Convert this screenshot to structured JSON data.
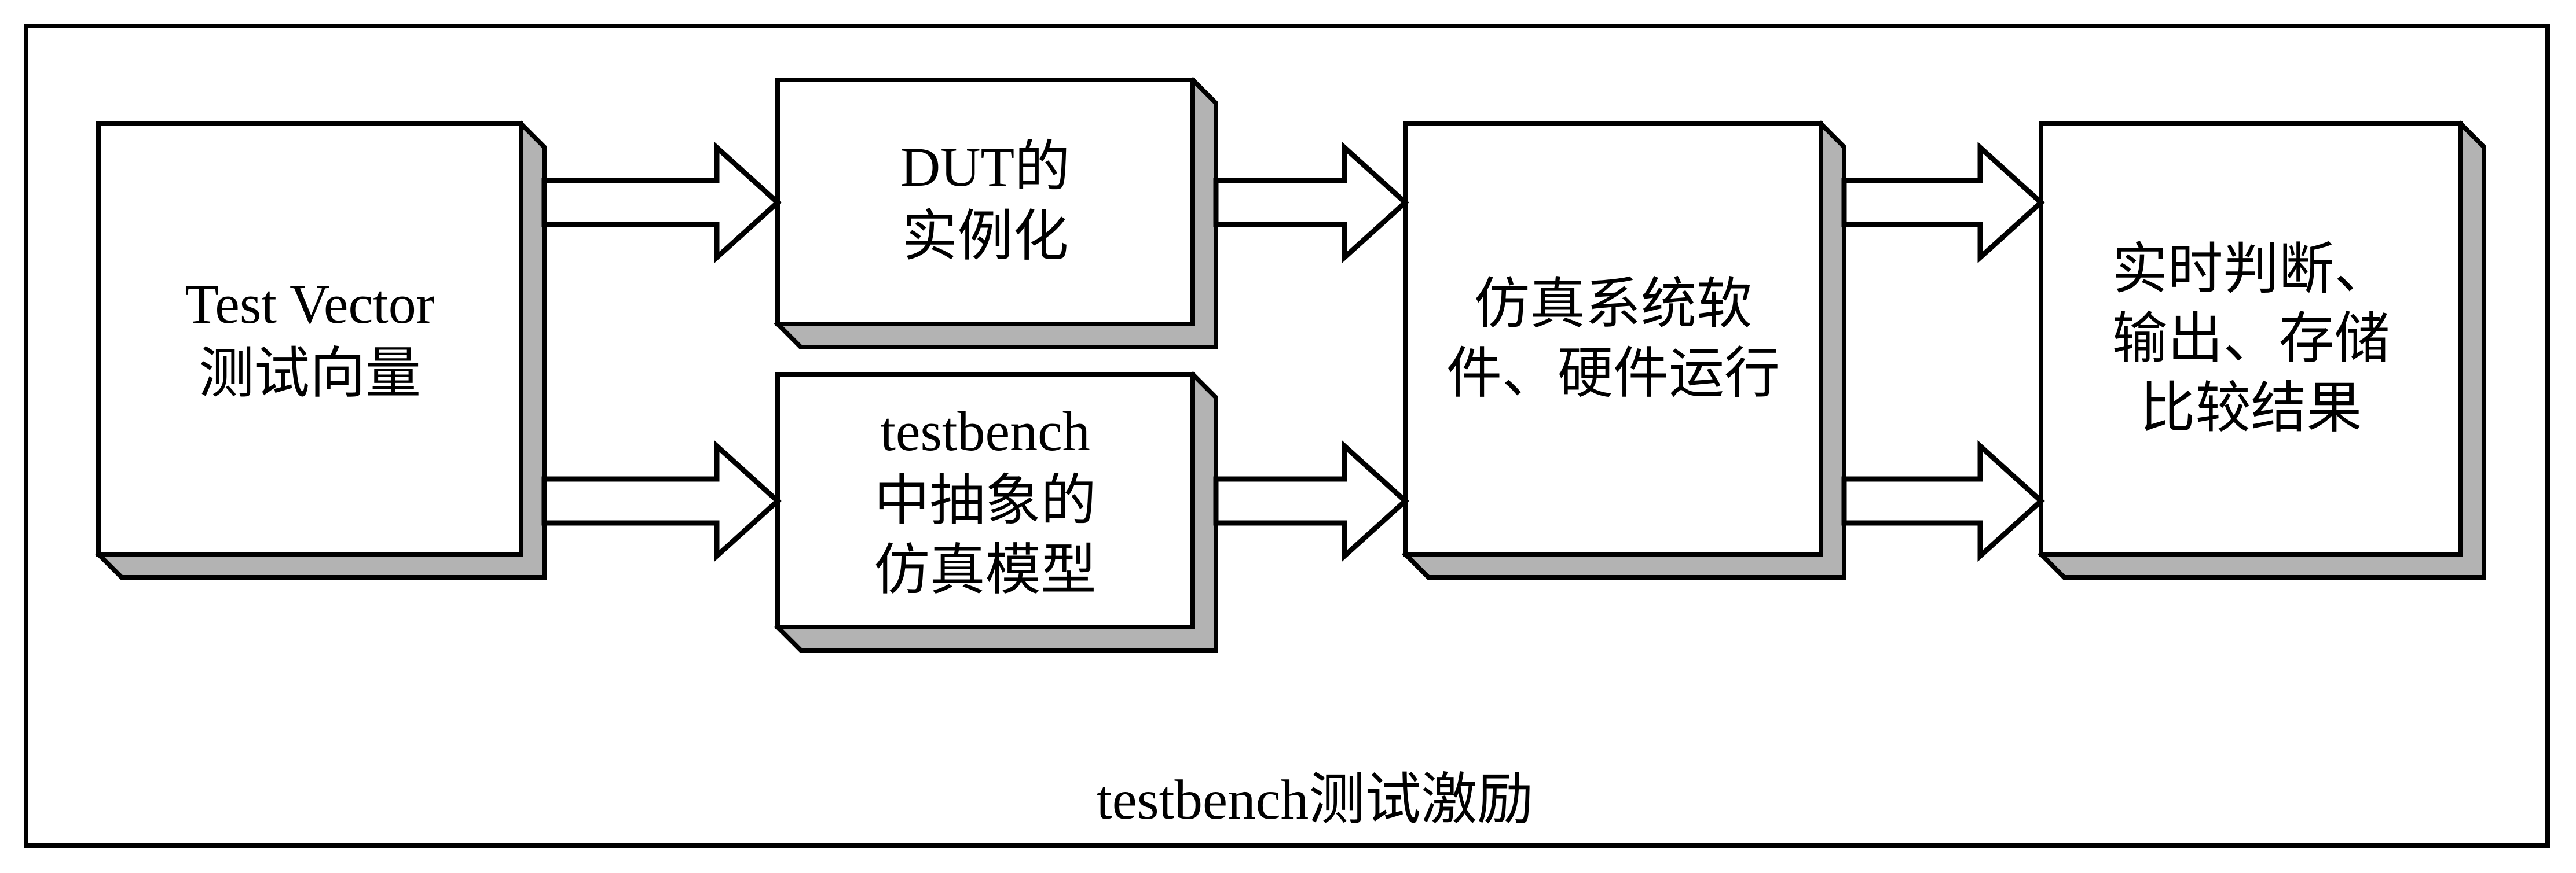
{
  "diagram": {
    "title": "testbench测试激励",
    "colors": {
      "stroke": "#000000",
      "box_fill": "#ffffff",
      "extrusion_fill": "#b3b3b3",
      "background": "#ffffff"
    },
    "boxes": [
      {
        "id": "test-vector",
        "lines": [
          "Test Vector",
          "测试向量"
        ]
      },
      {
        "id": "dut-instantiation",
        "lines": [
          "DUT的",
          "实例化"
        ]
      },
      {
        "id": "testbench-model",
        "lines": [
          "testbench",
          "中抽象的",
          "仿真模型"
        ]
      },
      {
        "id": "simulation-run",
        "lines": [
          "仿真系统软",
          "件、硬件运行"
        ]
      },
      {
        "id": "judge-output-store",
        "lines": [
          "实时判断、",
          "输出、存储",
          "比较结果"
        ]
      }
    ],
    "arrows": [
      {
        "from": "test-vector",
        "to": "dut-instantiation"
      },
      {
        "from": "test-vector",
        "to": "testbench-model"
      },
      {
        "from": "dut-instantiation",
        "to": "simulation-run"
      },
      {
        "from": "testbench-model",
        "to": "simulation-run"
      },
      {
        "from": "simulation-run",
        "to": "judge-output-store"
      },
      {
        "from": "simulation-run",
        "to": "judge-output-store"
      }
    ]
  }
}
